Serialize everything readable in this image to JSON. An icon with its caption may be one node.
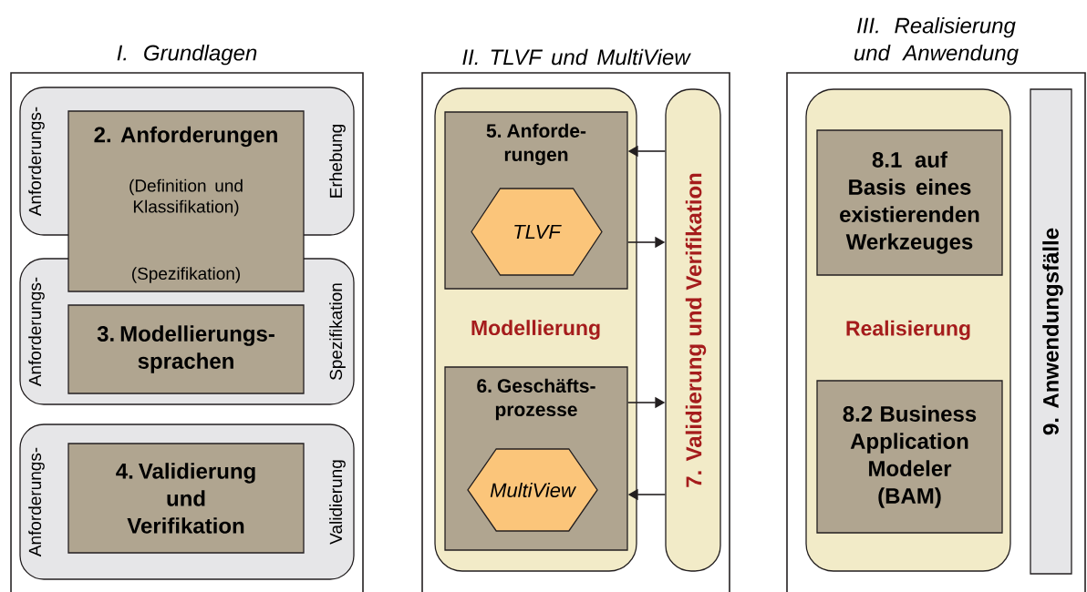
{
  "diagram": {
    "nodes": [
      {
        "text": [
          "I. Grundlagen"
        ]
      },
      {
        "text": [
          "Anforderungs-",
          "Erhebung"
        ],
        "in": 0
      },
      {
        "text": [
          "Anforderungs-",
          "Spezifikation"
        ],
        "in": 0
      },
      {
        "text": [
          "2. Anforderungen",
          "(Definition und Klassifikation)",
          "(Spezifikation)"
        ],
        "in": 0
      },
      {
        "text": [
          "3. Modellierungs- sprachen"
        ],
        "in": 2
      },
      {
        "text": [
          "Anforderungs-",
          "Validierung"
        ],
        "in": 0
      },
      {
        "text": [
          "4. Validierung und Verifikation"
        ],
        "in": 5
      },
      {
        "text": [
          "II. TLVF und MultiView"
        ]
      },
      {
        "text": [
          "Modellierung"
        ],
        "in": 7
      },
      {
        "text": [
          "5. Anforde- rungen"
        ],
        "in": 8
      },
      {
        "text": [
          "TLVF"
        ],
        "in": 9
      },
      {
        "text": [
          "6. Geschäfts- prozesse"
        ],
        "in": 8
      },
      {
        "text": [
          "MultiView"
        ],
        "in": 11
      },
      {
        "text": [
          "7. Validierung und Verifikation"
        ],
        "in": 7
      },
      {
        "text": [
          "III. Realisierung und Anwendung"
        ]
      },
      {
        "text": [
          "Realisierung"
        ],
        "in": 14
      },
      {
        "text": [
          "8.1 auf Basis eines existierenden Werkzeuges"
        ],
        "in": 15
      },
      {
        "text": [
          "8.2 Business Application Modeler (BAM)"
        ],
        "in": 15
      },
      {
        "text": [
          "9. Anwendungsfälle"
        ],
        "in": 14
      }
    ],
    "edges": [
      {
        "from": 13,
        "to": 9,
        "arrow": "to"
      },
      {
        "from": 9,
        "to": 13,
        "arrow": "to"
      },
      {
        "from": 11,
        "to": 13,
        "arrow": "to"
      },
      {
        "from": 13,
        "to": 11,
        "arrow": "to"
      }
    ]
  }
}
